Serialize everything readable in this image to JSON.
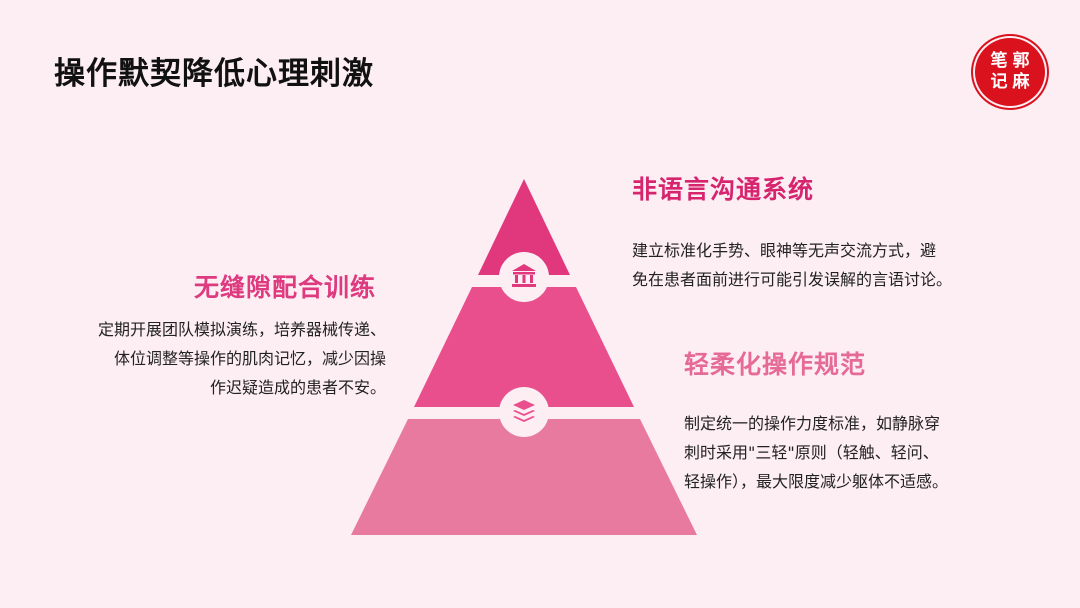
{
  "title": "操作默契降低心理刺激",
  "seal": {
    "chars": [
      "笔",
      "郭",
      "记",
      "麻"
    ],
    "color": "#d9121e"
  },
  "pyramid": {
    "layers": [
      {
        "icon": "bank-icon",
        "color": "#e0377d"
      },
      {
        "icon": "layers-icon",
        "color": "#e84f8c"
      },
      {
        "color": "#e87a9f"
      }
    ]
  },
  "items": [
    {
      "heading": "非语言沟通系统",
      "color": "#d6256e",
      "lines": [
        "建立标准化手势、眼神等无声交流方式，避",
        "免在患者面前进行可能引发误解的言语讨论。"
      ]
    },
    {
      "heading": "无缝隙配合训练",
      "color": "#dd3a7f",
      "lines": [
        "定期开展团队模拟演练，培养器械传递、",
        "体位调整等操作的肌肉记忆，减少因操",
        "作迟疑造成的患者不安。"
      ]
    },
    {
      "heading": "轻柔化操作规范",
      "color": "#e66a96",
      "lines": [
        "制定统一的操作力度标准，如静脉穿",
        "刺时采用\"三轻\"原则（轻触、轻问、",
        "轻操作），最大限度减少躯体不适感。"
      ]
    }
  ]
}
